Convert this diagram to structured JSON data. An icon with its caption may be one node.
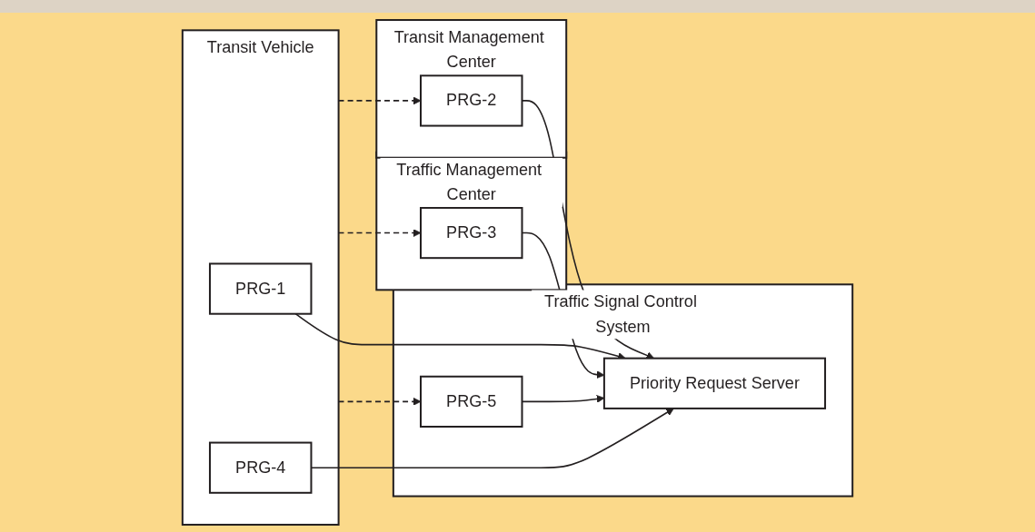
{
  "diagram": {
    "nodes": [
      {
        "text": [
          "Transit Management Center"
        ]
      },
      {
        "text": [
          "PRG-2"
        ],
        "in": 0
      },
      {
        "text": [
          "Traffic Management Center"
        ]
      },
      {
        "text": [
          "PRG-3"
        ],
        "in": 2
      },
      {
        "text": [
          "Transit Vehicle"
        ]
      },
      {
        "text": [
          "PRG-1"
        ],
        "in": 4
      },
      {
        "text": [
          "PRG-4"
        ],
        "in": 4
      },
      {
        "text": [
          "Traffic Signal Control System"
        ]
      },
      {
        "text": [
          "PRG-5"
        ],
        "in": 7
      },
      {
        "text": [
          "Priority Request Server"
        ],
        "in": 7
      }
    ],
    "edges": [
      {
        "from": 4,
        "to": 1,
        "arrow": "to",
        "style": "dashed"
      },
      {
        "from": 1,
        "to": 9,
        "arrow": "to"
      },
      {
        "from": 4,
        "to": 3,
        "arrow": "to",
        "style": "dashed"
      },
      {
        "from": 5,
        "to": 9,
        "arrow": "to"
      },
      {
        "from": 3,
        "to": 9,
        "arrow": "to"
      },
      {
        "from": 4,
        "to": 8,
        "arrow": "to",
        "style": "dashed"
      },
      {
        "from": 8,
        "to": 9,
        "arrow": "to"
      },
      {
        "from": 6,
        "to": 9,
        "arrow": "to"
      }
    ]
  }
}
